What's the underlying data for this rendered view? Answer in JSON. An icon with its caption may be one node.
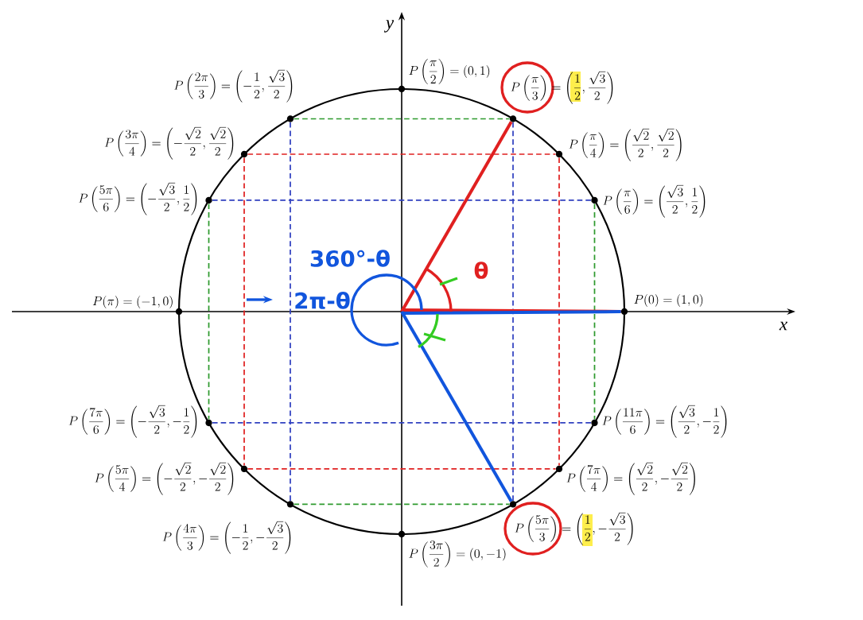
{
  "diagram": {
    "nodes": [
      {
        "text": [],
        "shape": "circle",
        "beside": [
          "P(0)=(1,0)"
        ]
      },
      {
        "text": [],
        "shape": "circle",
        "beside": [
          "P\\left(\\frac{\\pi}{6}\\right)=\\left(\\frac{\\sqrt{3}}{2},\\frac{1}{2}\\right)"
        ]
      },
      {
        "text": [],
        "shape": "circle",
        "beside": [
          "P\\left(\\frac{\\pi}{4}\\right)=\\left(\\frac{\\sqrt{2}}{2},\\frac{\\sqrt{2}}{2}\\right)"
        ]
      },
      {
        "text": [],
        "shape": "circle",
        "beside": [
          "P\\left(\\frac{\\pi}{3}\\right)=\\left(\\frac{1}{2},\\frac{\\sqrt{3}}{2}\\right)"
        ]
      },
      {
        "text": [],
        "shape": "circle",
        "beside": [
          "P\\left(\\frac{\\pi}{2}\\right)=(0,1)"
        ]
      },
      {
        "text": [],
        "shape": "circle",
        "beside": [
          "P\\left(\\frac{2\\pi}{3}\\right)=\\left(-\\frac{1}{2},\\frac{\\sqrt{3}}{2}\\right)"
        ]
      },
      {
        "text": [],
        "shape": "circle",
        "beside": [
          "P\\left(\\frac{3\\pi}{4}\\right)=\\left(-\\frac{\\sqrt{2}}{2},\\frac{\\sqrt{2}}{2}\\right)"
        ]
      },
      {
        "text": [],
        "shape": "circle",
        "beside": [
          "P\\left(\\frac{5\\pi}{6}\\right)=\\left(-\\frac{\\sqrt{3}}{2},\\frac{1}{2}\\right)"
        ]
      },
      {
        "text": [],
        "shape": "circle",
        "beside": [
          "P(\\pi)=(-1,0)"
        ]
      },
      {
        "text": [],
        "shape": "circle",
        "beside": [
          "P\\left(\\frac{7\\pi}{6}\\right)=\\left(-\\frac{\\sqrt{3}}{2},-\\frac{1}{2}\\right)"
        ]
      },
      {
        "text": [],
        "shape": "circle",
        "beside": [
          "P\\left(\\frac{5\\pi}{4}\\right)=\\left(-\\frac{\\sqrt{2}}{2},-\\frac{\\sqrt{2}}{2}\\right)"
        ]
      },
      {
        "text": [],
        "shape": "circle",
        "beside": [
          "P\\left(\\frac{4\\pi}{3}\\right)=\\left(-\\frac{1}{2},-\\frac{\\sqrt{3}}{2}\\right)"
        ]
      },
      {
        "text": [],
        "shape": "circle",
        "beside": [
          "P\\left(\\frac{3\\pi}{2}\\right)=(0,-1)"
        ]
      },
      {
        "text": [],
        "shape": "circle",
        "beside": [
          "P\\left(\\frac{5\\pi}{3}\\right)=\\left(\\frac{1}{2},-\\frac{\\sqrt{3}}{2}\\right)"
        ]
      },
      {
        "text": [],
        "shape": "circle",
        "beside": [
          "P\\left(\\frac{7\\pi}{4}\\right)=\\left(\\frac{\\sqrt{2}}{2},-\\frac{\\sqrt{2}}{2}\\right)"
        ]
      },
      {
        "text": [],
        "shape": "circle",
        "beside": [
          "P\\left(\\frac{11\\pi}{6}\\right)=\\left(\\frac{\\sqrt{3}}{2},-\\frac{1}{2}\\right)"
        ]
      }
    ],
    "edges": [
      {
        "from": 5,
        "to": 3,
        "arrow": "none",
        "style": "dashed",
        "color": "#2e9a2e"
      },
      {
        "from": 11,
        "to": 13,
        "arrow": "none",
        "style": "dashed",
        "color": "#2e9a2e"
      },
      {
        "from": 7,
        "to": 9,
        "arrow": "none",
        "style": "dashed",
        "color": "#2e9a2e"
      },
      {
        "from": 1,
        "to": 15,
        "arrow": "none",
        "style": "dashed",
        "color": "#2e9a2e"
      },
      {
        "from": 7,
        "to": 1,
        "arrow": "none",
        "style": "dashed",
        "color": "#3040c0"
      },
      {
        "from": 9,
        "to": 15,
        "arrow": "none",
        "style": "dashed",
        "color": "#3040c0"
      },
      {
        "from": 5,
        "to": 11,
        "arrow": "none",
        "style": "dashed",
        "color": "#3040c0"
      },
      {
        "from": 3,
        "to": 13,
        "arrow": "none",
        "style": "dashed",
        "color": "#3040c0"
      },
      {
        "from": 6,
        "to": 2,
        "arrow": "none",
        "style": "dashed",
        "color": "#e02020"
      },
      {
        "from": 10,
        "to": 14,
        "arrow": "none",
        "style": "dashed",
        "color": "#e02020"
      },
      {
        "from": 6,
        "to": 10,
        "arrow": "none",
        "style": "dashed",
        "color": "#e02020"
      },
      {
        "from": 2,
        "to": 14,
        "arrow": "none",
        "style": "dashed",
        "color": "#e02020"
      },
      {
        "from": null,
        "to": 3,
        "arrow": "none",
        "style": "thick",
        "color": "#e02020"
      },
      {
        "from": null,
        "to": 0,
        "arrow": "none",
        "style": "thick",
        "color": "#e02020"
      },
      {
        "from": null,
        "to": 0,
        "arrow": "none",
        "style": "thick",
        "color": "#1155dd"
      },
      {
        "from": null,
        "to": 13,
        "arrow": "none",
        "style": "thick",
        "color": "#1155dd"
      }
    ],
    "labels": [
      "y",
      "x",
      "360°-θ",
      "2π-θ",
      "θ"
    ]
  }
}
